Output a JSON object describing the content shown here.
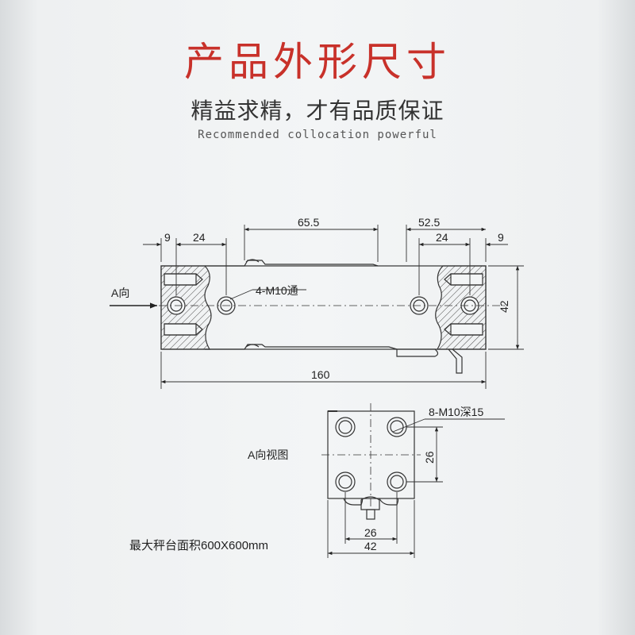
{
  "header": {
    "title": "产品外形尺寸",
    "subtitle": "精益求精，才有品质保证",
    "tagline": "Recommended collocation powerful"
  },
  "top_view": {
    "dim_9_left": "9",
    "dim_24_left": "24",
    "dim_65_5": "65.5",
    "dim_52_5": "52.5",
    "dim_24_right": "24",
    "dim_9_right": "9",
    "hole_callout": "4-M10通",
    "direction_label": "A向",
    "length": "160",
    "height": "42"
  },
  "end_view": {
    "caption": "A向视图",
    "thread_callout": "8-M10深15",
    "hole_spacing_vertical": "26",
    "hole_spacing_horizontal": "26",
    "width": "42"
  },
  "note": "最大秤台面积600X600mm",
  "colors": {
    "title": "#c8312a",
    "line": "#333333"
  }
}
